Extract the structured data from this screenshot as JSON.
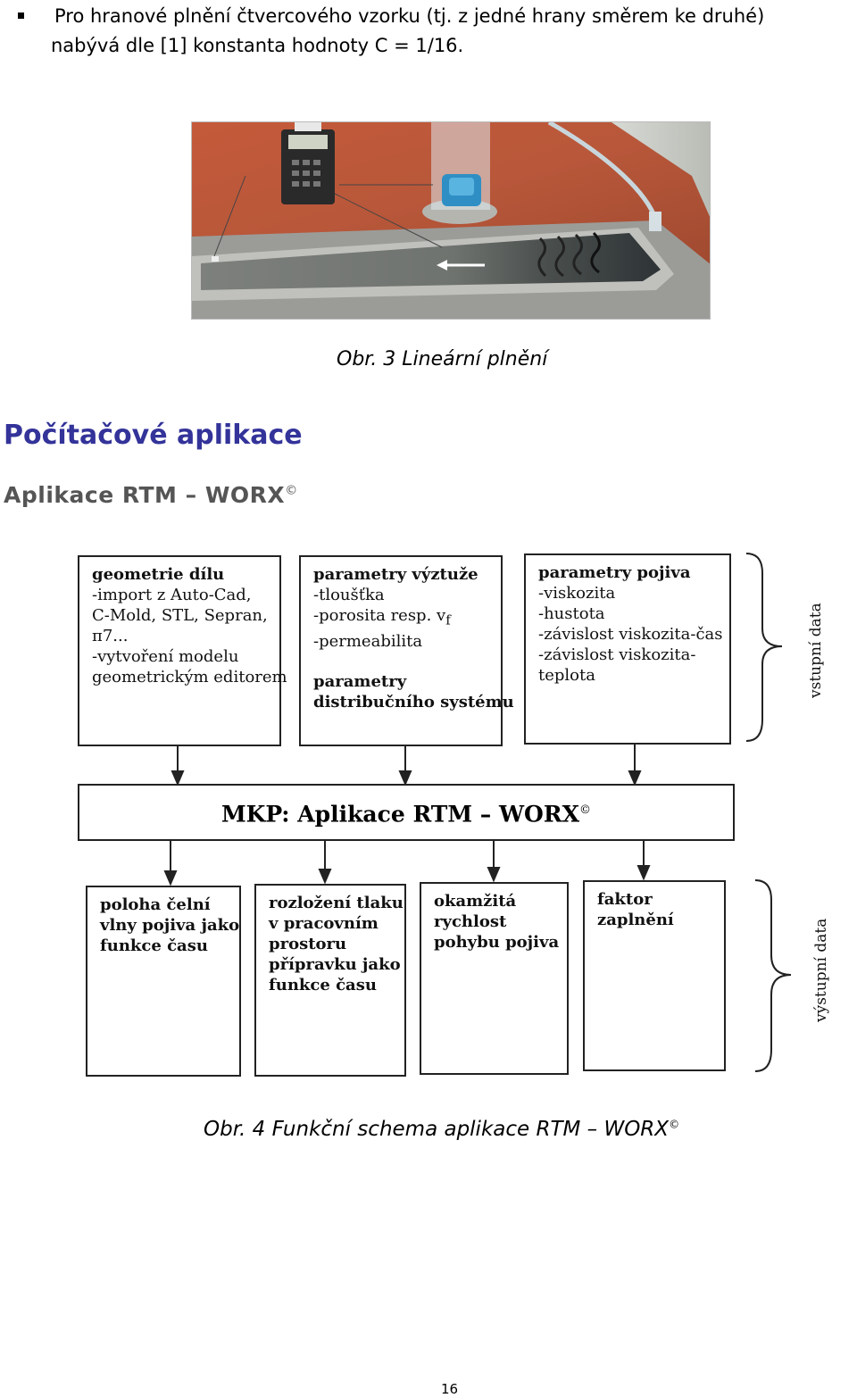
{
  "paragraph": {
    "line1": "Pro hranové plnění čtvercového vzorku (tj. z jedné hrany směrem ke druhé)",
    "line2": "nabývá dle [1] konstanta hodnoty C = 1/16."
  },
  "figure3": {
    "caption": "Obr. 3 Lineární plnění"
  },
  "section": {
    "heading": "Počítačové aplikace",
    "subheading": "Aplikace RTM – WORX",
    "copyright": "©"
  },
  "schema": {
    "inputs": [
      {
        "title": "geometrie dílu",
        "lines": [
          "-import z Auto-Cad,",
          "C-Mold, STL, Sepran,",
          "π7...",
          "-vytvoření modelu",
          "geometrickým editorem"
        ]
      },
      {
        "title": "parametry výztuže",
        "lines": [
          "-tloušťka",
          "-porosita resp. v",
          "-permeabilita"
        ],
        "subscript": "f",
        "title2": "parametry",
        "title2b": "distribučního systému"
      },
      {
        "title": "parametry pojiva",
        "lines": [
          "-viskozita",
          "-hustota",
          "-závislost viskozita-čas",
          "-závislost viskozita-",
          "teplota"
        ]
      }
    ],
    "center": "MKP: Aplikace RTM – WORX",
    "center_copyright": "©",
    "outputs": [
      {
        "lines": [
          "poloha čelní",
          "vlny pojiva jako",
          "funkce času"
        ]
      },
      {
        "lines": [
          "rozložení tlaku",
          "v pracovním",
          "prostoru",
          "přípravku jako",
          "funkce času"
        ]
      },
      {
        "lines": [
          "okamžitá",
          "rychlost",
          "pohybu pojiva"
        ]
      },
      {
        "lines": [
          "faktor",
          "zaplnění"
        ]
      }
    ],
    "input_label": "vstupní data",
    "output_label": "výstupní data"
  },
  "figure4": {
    "caption": "Obr. 4 Funkční schema aplikace RTM – WORX",
    "copyright": "©"
  },
  "page_number": "16"
}
